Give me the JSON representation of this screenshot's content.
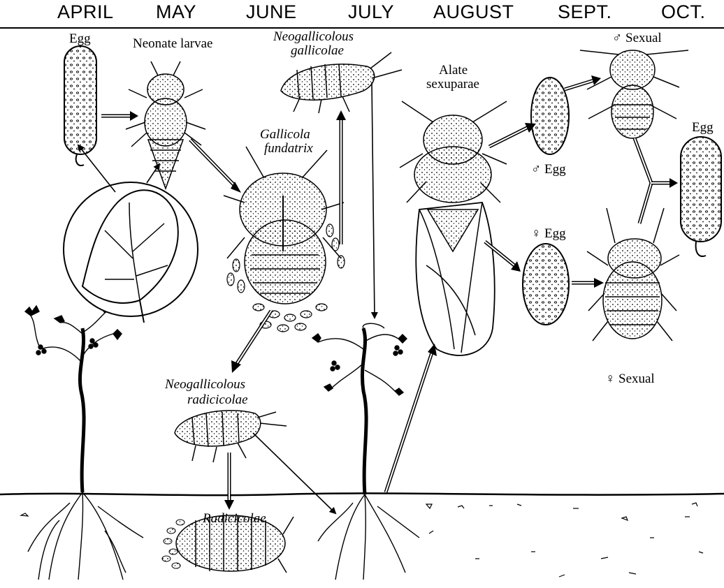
{
  "months": [
    "APRIL",
    "MAY",
    "JUNE",
    "JULY",
    "AUGUST",
    "SEPT.",
    "OCT."
  ],
  "labels": {
    "egg_start": "Egg",
    "neonate": "Neonate larvae",
    "neogallicolous_gallicolae_1": "Neogallicolous",
    "neogallicolous_gallicolae_2": "gallicolae",
    "gallicola_fundatrix_1": "Gallicola",
    "gallicola_fundatrix_2": "fundatrix",
    "alate_sexuparae_1": "Alate",
    "alate_sexuparae_2": "sexuparae",
    "male_sexual": "♂ Sexual",
    "egg_end": "Egg",
    "male_egg": "♂ Egg",
    "female_egg": "♀ Egg",
    "female_sexual": "♀ Sexual",
    "neogallicolous_radicicolae_1": "Neogallicolous",
    "neogallicolous_radicicolae_2": "radicicolae",
    "radicicolae": "Radicicolae"
  }
}
